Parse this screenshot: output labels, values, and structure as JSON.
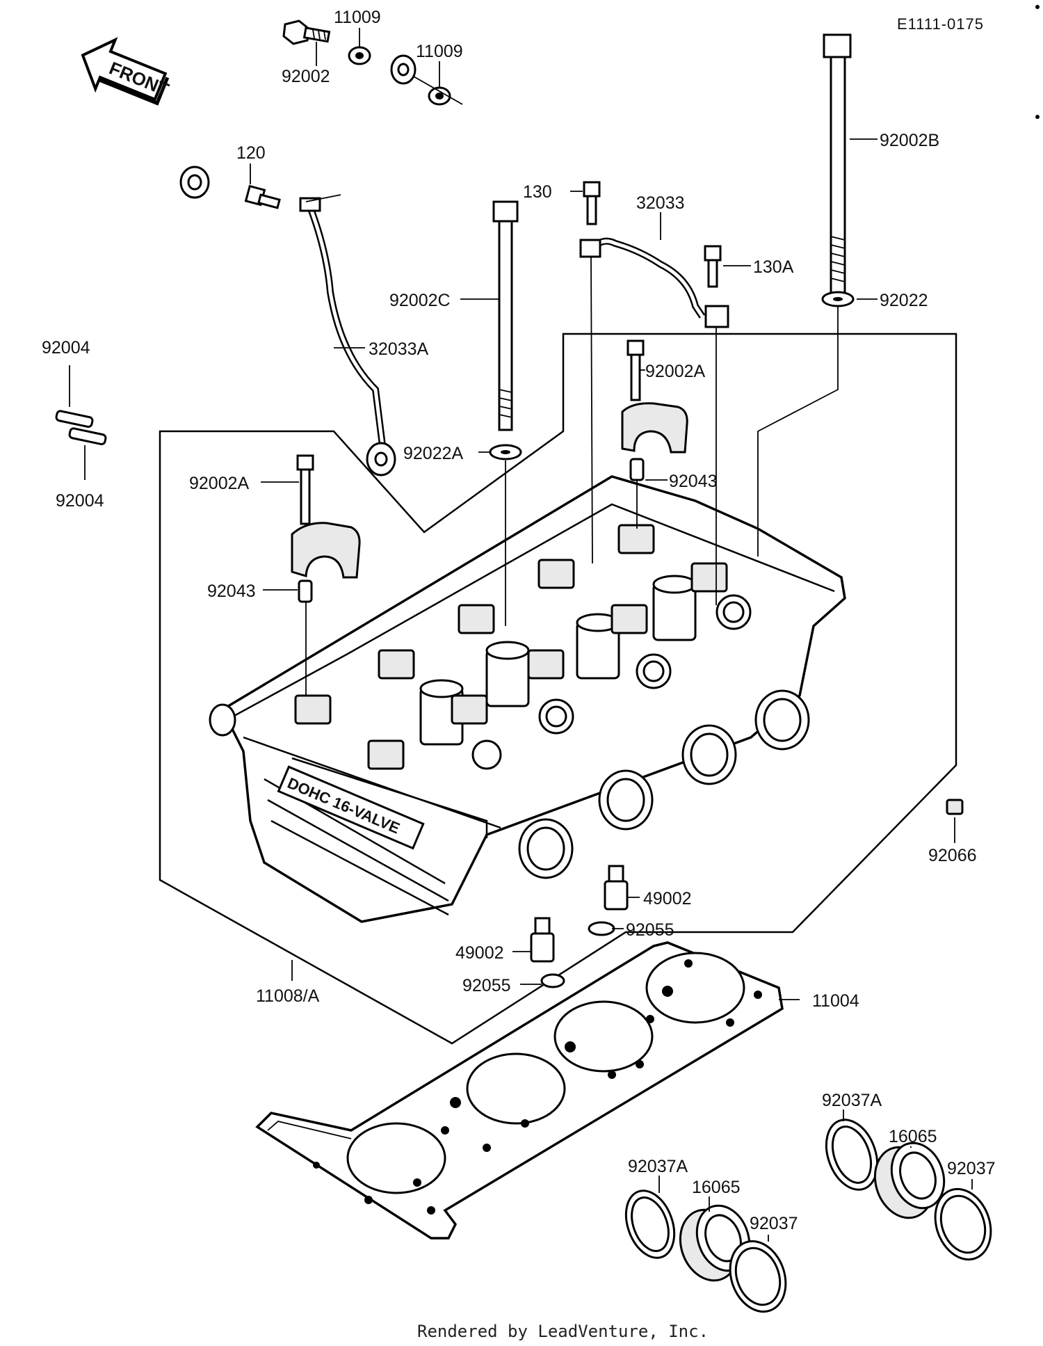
{
  "diagram_code": "E1111-0175",
  "front_label": "FRONT",
  "engine_text": "DOHC 16-VALVE",
  "footer": "Rendered by LeadVenture, Inc.",
  "callouts": {
    "c_11009_a": "11009",
    "c_11009_b": "11009",
    "c_92002": "92002",
    "c_120": "120",
    "c_32033A": "32033A",
    "c_92004_a": "92004",
    "c_92004_b": "92004",
    "c_130": "130",
    "c_32033": "32033",
    "c_130A": "130A",
    "c_92002B": "92002B",
    "c_92022": "92022",
    "c_92002C": "92002C",
    "c_92002A_a": "92002A",
    "c_92022A": "92022A",
    "c_92043_a": "92043",
    "c_92002A_b": "92002A",
    "c_92043_b": "92043",
    "c_92066": "92066",
    "c_49002_a": "49002",
    "c_92055_a": "92055",
    "c_49002_b": "49002",
    "c_92055_b": "92055",
    "c_11008A": "11008/A",
    "c_11004": "11004",
    "c_92037A_a": "92037A",
    "c_16065_a": "16065",
    "c_92037_a": "92037",
    "c_92037A_b": "92037A",
    "c_16065_b": "16065",
    "c_92037_b": "92037"
  }
}
